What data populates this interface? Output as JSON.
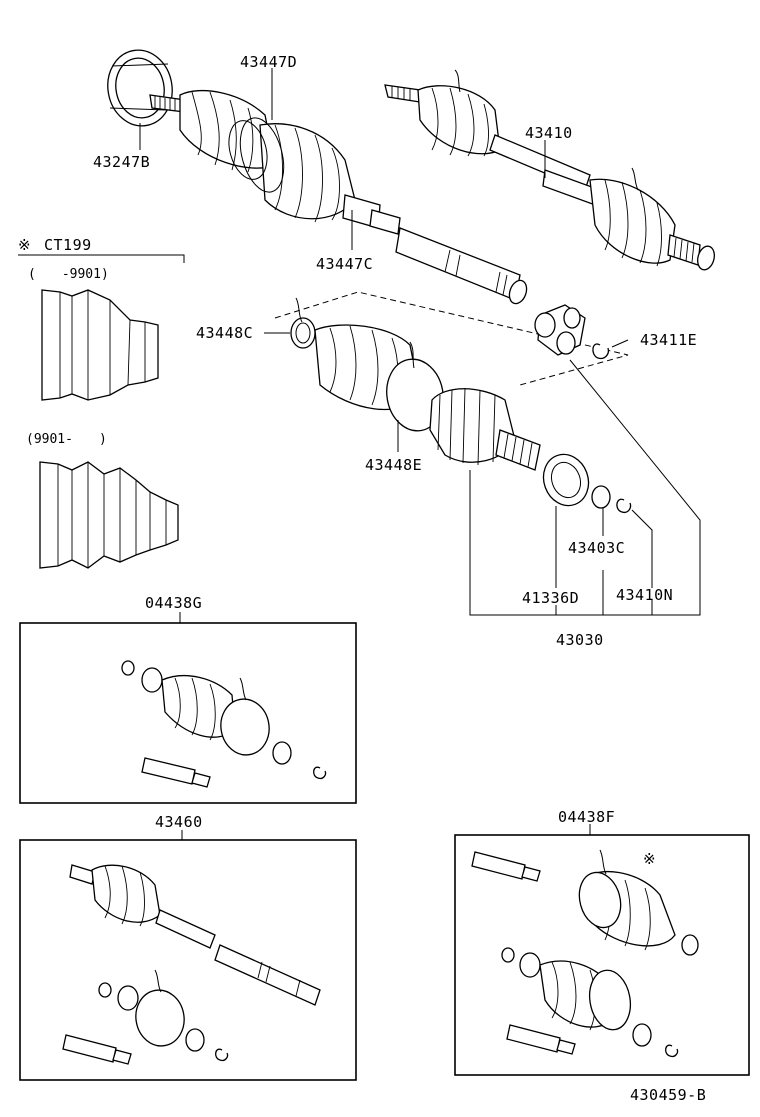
{
  "labels": {
    "p43247B": "43247B",
    "p43447D": "43447D",
    "p43447C": "43447C",
    "p43410": "43410",
    "p43448C": "43448C",
    "p43411E": "43411E",
    "p43448E": "43448E",
    "p43403C": "43403C",
    "p41336D": "41336D",
    "p43410N": "43410N",
    "p43030": "43030",
    "p04438G": "04438G",
    "p43460": "43460",
    "p04438F": "04438F"
  },
  "ct_note": {
    "mark": "※",
    "code": "CT199",
    "range1": "(　　-9901)",
    "range2": "(9901-　　)"
  },
  "kit_mark": "※",
  "figure_number": "430459-B"
}
